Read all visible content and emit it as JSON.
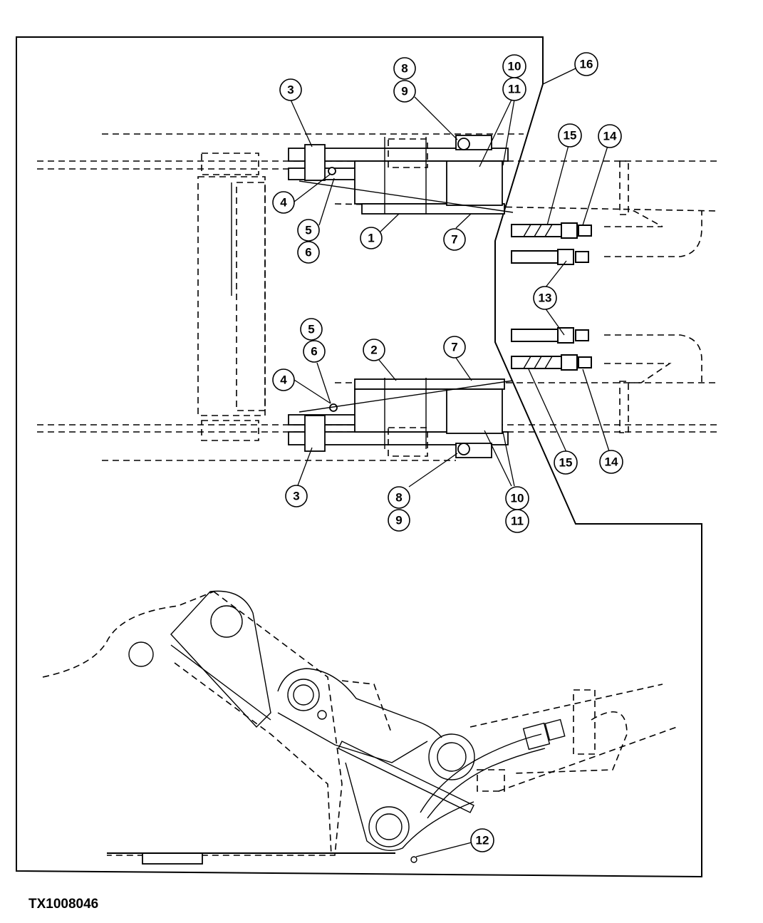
{
  "figure_id": "TX1008046",
  "callouts": {
    "c1": "1",
    "c2": "2",
    "c3a": "3",
    "c3b": "3",
    "c4a": "4",
    "c4b": "4",
    "c5a": "5",
    "c5b": "5",
    "c6a": "6",
    "c6b": "6",
    "c7a": "7",
    "c7b": "7",
    "c8a": "8",
    "c8b": "8",
    "c9a": "9",
    "c9b": "9",
    "c10a": "10",
    "c10b": "10",
    "c11a": "11",
    "c11b": "11",
    "c12": "12",
    "c13": "13",
    "c14a": "14",
    "c14b": "14",
    "c15a": "15",
    "c15b": "15",
    "c16": "16"
  }
}
